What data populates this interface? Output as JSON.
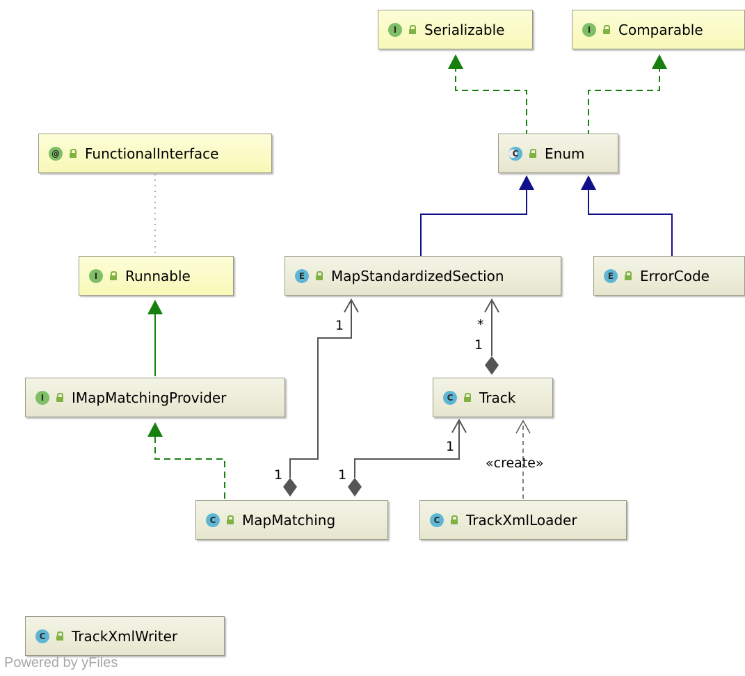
{
  "colors": {
    "realization": "#16800e",
    "generalization": "#10108a",
    "association": "#555555",
    "dotted": "#b5b58a",
    "interface_fill": "#f8f8b8",
    "class_fill": "#e6e6cf"
  },
  "nodes": [
    {
      "id": "serializable",
      "name": "Serializable",
      "badge": "I",
      "icon": "interface-icon"
    },
    {
      "id": "comparable",
      "name": "Comparable",
      "badge": "I",
      "icon": "interface-icon"
    },
    {
      "id": "functionalinterface",
      "name": "FunctionalInterface",
      "badge": "@",
      "icon": "annotation-icon"
    },
    {
      "id": "enum",
      "name": "Enum",
      "badge": "C",
      "icon": "abstract-class-icon"
    },
    {
      "id": "runnable",
      "name": "Runnable",
      "badge": "I",
      "icon": "interface-icon"
    },
    {
      "id": "mapstandardizedsection",
      "name": "MapStandardizedSection",
      "badge": "E",
      "icon": "enum-icon"
    },
    {
      "id": "errorcode",
      "name": "ErrorCode",
      "badge": "E",
      "icon": "enum-icon"
    },
    {
      "id": "imapmatchingprovider",
      "name": "IMapMatchingProvider",
      "badge": "I",
      "icon": "interface-icon"
    },
    {
      "id": "track",
      "name": "Track",
      "badge": "C",
      "icon": "class-icon"
    },
    {
      "id": "mapmatching",
      "name": "MapMatching",
      "badge": "C",
      "icon": "class-icon"
    },
    {
      "id": "trackxmlloader",
      "name": "TrackXmlLoader",
      "badge": "C",
      "icon": "class-icon"
    },
    {
      "id": "trackxmlwriter",
      "name": "TrackXmlWriter",
      "badge": "C",
      "icon": "class-icon"
    }
  ],
  "edges": [
    {
      "from": "Enum",
      "to": "Serializable",
      "kind": "realization"
    },
    {
      "from": "Enum",
      "to": "Comparable",
      "kind": "realization"
    },
    {
      "from": "MapStandardizedSection",
      "to": "Enum",
      "kind": "generalization"
    },
    {
      "from": "ErrorCode",
      "to": "Enum",
      "kind": "generalization"
    },
    {
      "from": "Runnable",
      "to": "FunctionalInterface",
      "kind": "annotation"
    },
    {
      "from": "IMapMatchingProvider",
      "to": "Runnable",
      "kind": "generalization-interface"
    },
    {
      "from": "MapMatching",
      "to": "IMapMatchingProvider",
      "kind": "realization"
    },
    {
      "from": "MapMatching",
      "to": "MapStandardizedSection",
      "kind": "composition",
      "source_mult": "1",
      "target_mult": "1"
    },
    {
      "from": "MapMatching",
      "to": "Track",
      "kind": "composition",
      "source_mult": "1",
      "target_mult": "1"
    },
    {
      "from": "Track",
      "to": "MapStandardizedSection",
      "kind": "composition",
      "source_mult": "1",
      "target_mult": "*"
    },
    {
      "from": "TrackXmlLoader",
      "to": "Track",
      "kind": "dependency",
      "label": "«create»"
    }
  ],
  "labels": {
    "mult_msm_mss": "1",
    "mult_msm_mss_src": "1",
    "mult_track_mss_star": "*",
    "mult_track_mss_one": "1",
    "mult_msm_track": "1",
    "mult_msm_track_src": "1",
    "create_stereotype": "«create»"
  },
  "footer": "Powered by yFiles"
}
